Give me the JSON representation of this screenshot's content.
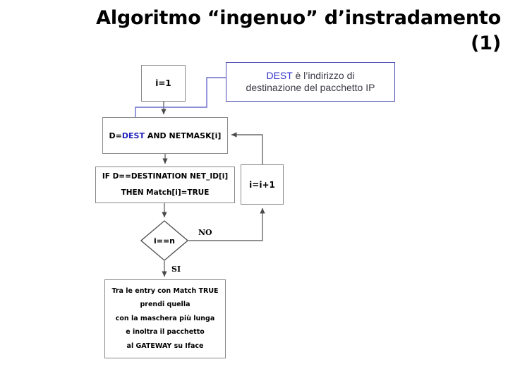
{
  "slide": {
    "title_line1": "Algoritmo “ingenuo” d’instradamento",
    "title_line2": "(1)"
  },
  "colors": {
    "background": "#ffffff",
    "box_border": "#8a8a8a",
    "connector": "#6b6b6b",
    "callout_border": "#4a4ab5",
    "callout_text": "#3a3a46",
    "highlight_blue": "#3333CC",
    "keyword_blue": "#2222BB",
    "title_text": "#000000"
  },
  "flowchart": {
    "type": "flowchart",
    "nodes": {
      "init": {
        "shape": "process",
        "label": "i=1"
      },
      "mask": {
        "shape": "process",
        "prefix": "D=",
        "keyword": "DEST",
        "suffix": " AND NETMASK[i]",
        "label": "D=DEST AND NETMASK[i]"
      },
      "if_match": {
        "shape": "process",
        "line1": "IF D==DESTINATION NET_ID[i]",
        "line2": "THEN Match[i]=TRUE"
      },
      "increment": {
        "shape": "process",
        "label": "i=i+1"
      },
      "decision": {
        "shape": "decision",
        "label": "i==n"
      },
      "action": {
        "shape": "process",
        "line1": "Tra le entry con Match TRUE",
        "line2": "prendi quella",
        "line3": "con la maschera più lunga",
        "line4": "e inoltra il pacchetto",
        "line5": "al GATEWAY su Iface"
      }
    },
    "edge_labels": {
      "no": "NO",
      "si": "SI"
    },
    "edges": [
      {
        "from": "init",
        "to": "mask",
        "label": ""
      },
      {
        "from": "mask",
        "to": "if_match",
        "label": ""
      },
      {
        "from": "if_match",
        "to": "decision",
        "label": ""
      },
      {
        "from": "decision",
        "to": "increment",
        "label": "NO"
      },
      {
        "from": "increment",
        "to": "mask",
        "label": ""
      },
      {
        "from": "decision",
        "to": "action",
        "label": "SI"
      },
      {
        "from": "callout",
        "to": "mask",
        "label": ""
      }
    ]
  },
  "callout": {
    "highlight": "DEST",
    "text_after_highlight": " è l’indirizzo di",
    "line2": "destinazione del pacchetto IP",
    "full_text": "DEST è l’indirizzo di destinazione del pacchetto IP"
  }
}
